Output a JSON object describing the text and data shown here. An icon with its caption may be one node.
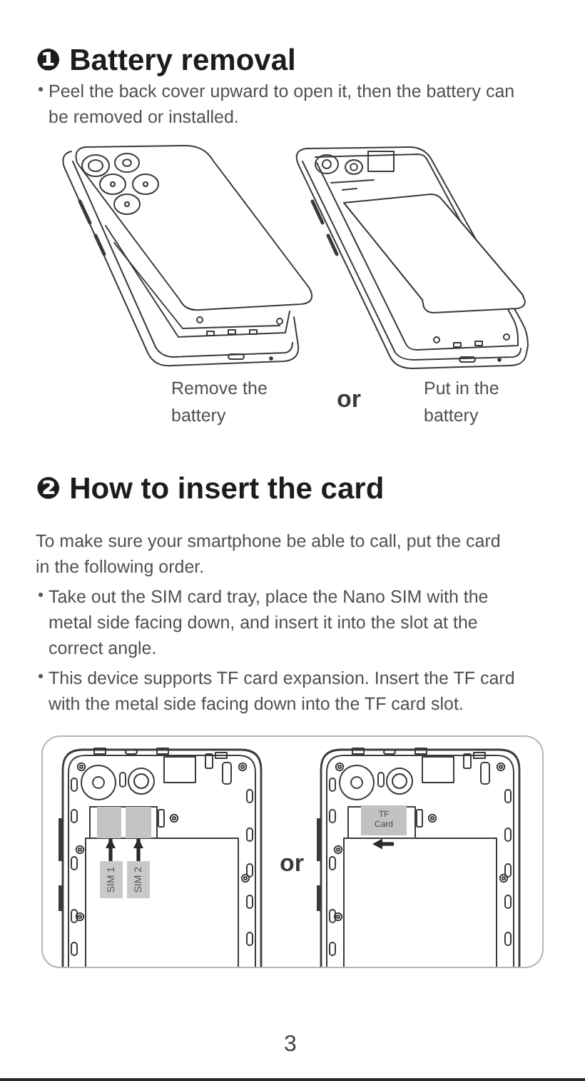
{
  "diagram": {
    "nodes": [
      {
        "text": [],
        "shape": "box"
      },
      {
        "text": [],
        "shape": "box"
      },
      {
        "text": [
          "SIM 1"
        ]
      },
      {
        "text": [
          "SIM 2"
        ]
      },
      {
        "text": [
          "TF Card"
        ]
      }
    ],
    "edges": [
      {
        "from": 2,
        "to": 0,
        "arrow": "to"
      },
      {
        "from": 3,
        "to": 1,
        "arrow": "to"
      }
    ],
    "labels": [
      "❶ Battery removal",
      "Peel the back cover upward to open it, then the battery can be removed or installed.",
      "Remove the battery",
      "or",
      "Put in the battery",
      "❷ How to insert the card",
      "To make sure your smartphone be able to call, put the card in the following order.",
      "Take out the SIM card tray, place the Nano SIM with the metal side facing down, and insert it into the slot at the correct angle.",
      "This device supports TF card expansion. Insert the TF card with the metal side facing down into the TF card slot.",
      "or",
      "3"
    ]
  }
}
